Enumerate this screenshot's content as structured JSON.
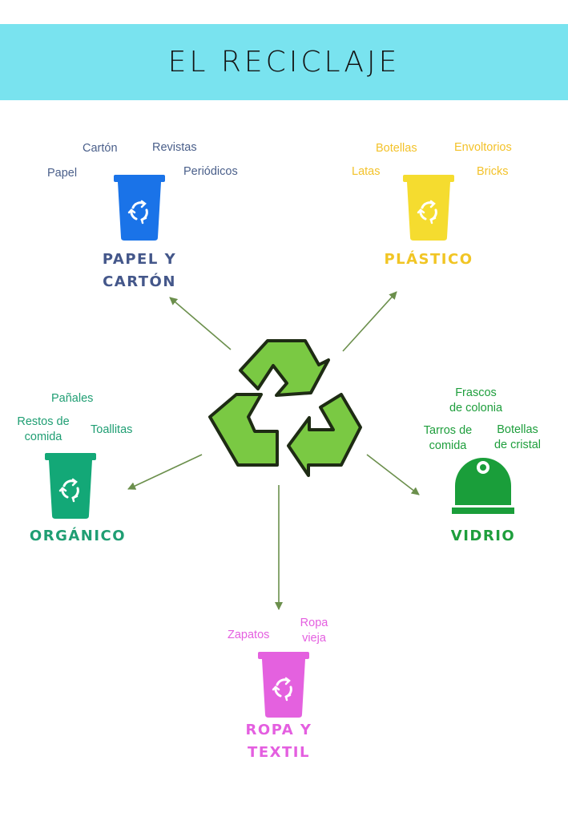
{
  "title": "EL RECICLAJE",
  "colors": {
    "header_bg": "#79e3ef",
    "arrows": "#6b8f4c",
    "symbol": "#7ac943",
    "papel": "#1a73e8",
    "plastico": "#f5dc2f",
    "organico": "#13a877",
    "vidrio": "#1a9e3a",
    "ropa": "#e461df"
  },
  "center_icon": "recycling-symbol-icon",
  "categories": {
    "papel": {
      "name_line1": "PAPEL Y",
      "name_line2": "CARTÓN",
      "items": [
        "Cartón",
        "Revistas",
        "Papel",
        "Periódicos"
      ],
      "icon": "blue-bin-icon"
    },
    "plastico": {
      "name_line1": "PLÁSTICO",
      "items": [
        "Botellas",
        "Envoltorios",
        "Latas",
        "Bricks"
      ],
      "icon": "yellow-bin-icon"
    },
    "organico": {
      "name_line1": "ORGÁNICO",
      "items": [
        "Pañales",
        "Restos de",
        "comida",
        "Toallitas"
      ],
      "icon": "green-bin-icon"
    },
    "vidrio": {
      "name_line1": "VIDRIO",
      "items": [
        "Frascos",
        "de colonia",
        "Tarros de",
        "comida",
        "Botellas",
        "de cristal"
      ],
      "icon": "glass-container-icon"
    },
    "ropa": {
      "name_line1": "ROPA Y",
      "name_line2": "TEXTIL",
      "items": [
        "Zapatos",
        "Ropa",
        "vieja"
      ],
      "icon": "pink-bin-icon"
    }
  }
}
